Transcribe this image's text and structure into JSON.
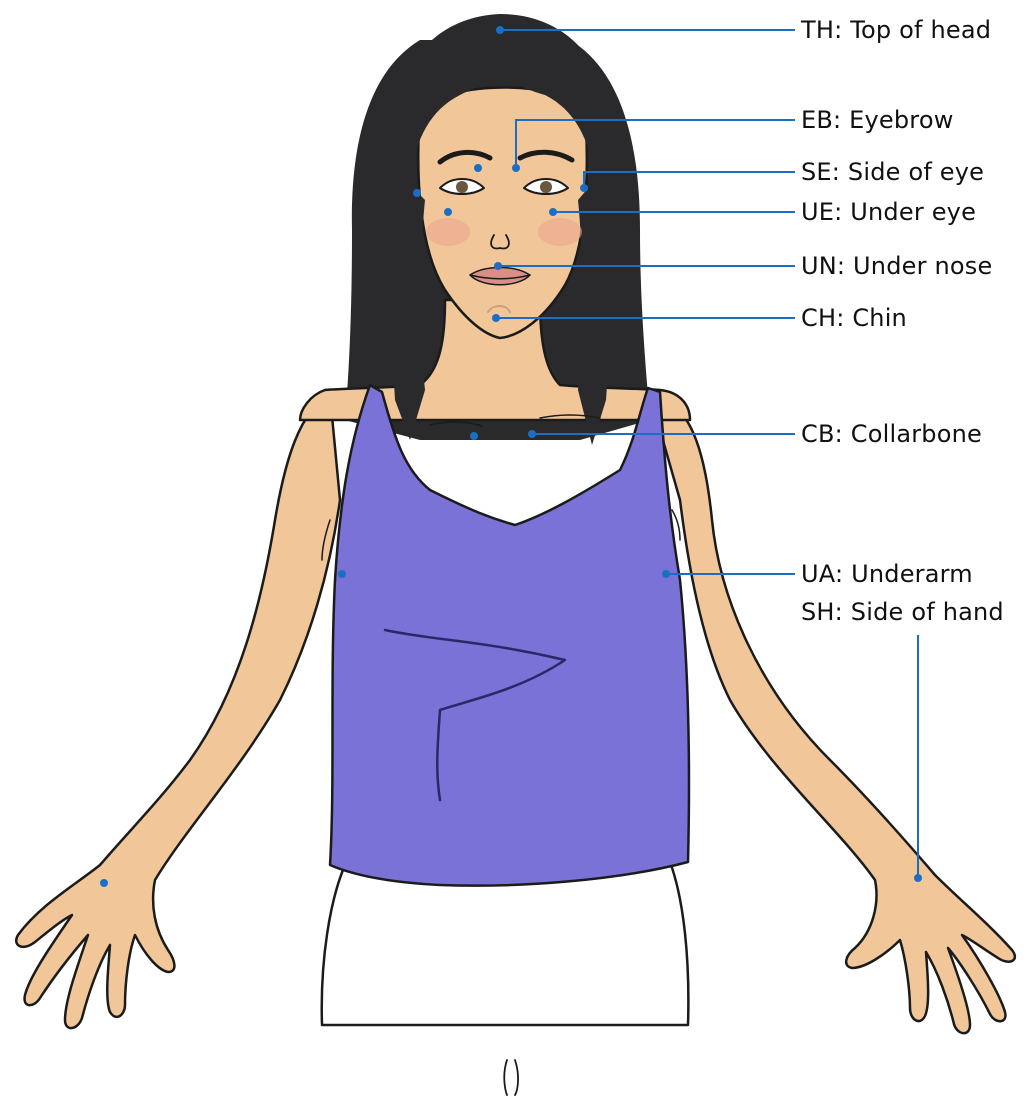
{
  "figure": {
    "subject": "woman-illustration",
    "colors": {
      "skin": "#f1c79a",
      "skin_shadow": "#e2aa78",
      "hair": "#2a2a2d",
      "top": "#7b72d8",
      "top_shadow": "#6a60c9",
      "outline": "#1b1b1b",
      "cheek": "#eaa38c",
      "lips": "#d98f86",
      "leader": "#1a6fc4",
      "point": "#1a6fc4"
    }
  },
  "points": [
    {
      "code": "TH",
      "label": "TH: Top of head"
    },
    {
      "code": "EB",
      "label": "EB: Eyebrow"
    },
    {
      "code": "SE",
      "label": "SE: Side of eye"
    },
    {
      "code": "UE",
      "label": "UE: Under eye"
    },
    {
      "code": "UN",
      "label": "UN: Under nose"
    },
    {
      "code": "CH",
      "label": "CH: Chin"
    },
    {
      "code": "CB",
      "label": "CB: Collarbone"
    },
    {
      "code": "UA",
      "label": "UA: Underarm"
    },
    {
      "code": "SH",
      "label": "SH: Side of hand"
    }
  ]
}
